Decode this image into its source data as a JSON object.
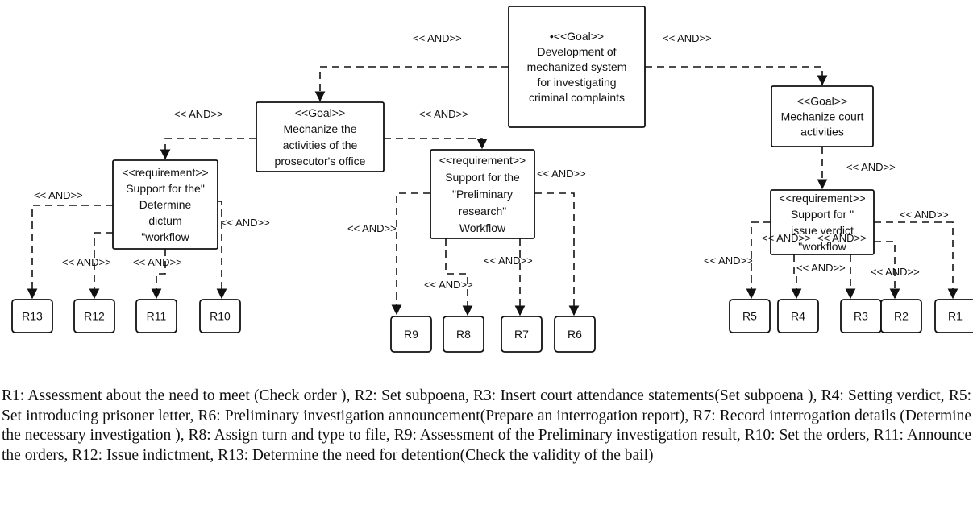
{
  "goals": [
    {
      "id": "g_main",
      "lines": [
        "•<<Goal>>",
        "Development of",
        "mechanized system",
        "for investigating",
        "criminal complaints"
      ]
    },
    {
      "id": "g_pros",
      "lines": [
        "<<Goal>>",
        "Mechanize the",
        "activities of the",
        "prosecutor's office"
      ]
    },
    {
      "id": "g_court",
      "lines": [
        "<<Goal>>",
        "Mechanize court",
        "activities"
      ]
    }
  ],
  "requirements": [
    {
      "id": "q_dictum",
      "lines": [
        "<<requirement>>",
        "Support for the\"",
        "Determine",
        "dictum",
        "\"workflow"
      ]
    },
    {
      "id": "q_prelim",
      "lines": [
        "<<requirement>>",
        "Support for the",
        "\"Preliminary",
        "research\"",
        "Workflow"
      ]
    },
    {
      "id": "q_verdict",
      "lines": [
        "<<requirement>>",
        "Support for \"",
        "issue verdict",
        "\"workflow"
      ]
    }
  ],
  "leaves": [
    "R13",
    "R12",
    "R11",
    "R10",
    "R9",
    "R8",
    "R7",
    "R6",
    "R5",
    "R4",
    "R3",
    "R2",
    "R1"
  ],
  "and_label": "<< AND>>",
  "and_labels_count": 19,
  "legend_text": "R1: Assessment about the need to meet (Check order ), R2: Set subpoena, R3: Insert court attendance statements(Set subpoena ), R4: Setting verdict, R5: Set introducing prisoner letter, R6: Preliminary investigation announcement(Prepare an interrogation report), R7: Record interrogation details (Determine the necessary investigation ), R8: Assign turn and type to file, R9: Assessment of the Preliminary investigation result, R10: Set the orders, R11: Announce the orders, R12: Issue indictment, R13: Determine the need for detention(Check the validity of the bail)"
}
